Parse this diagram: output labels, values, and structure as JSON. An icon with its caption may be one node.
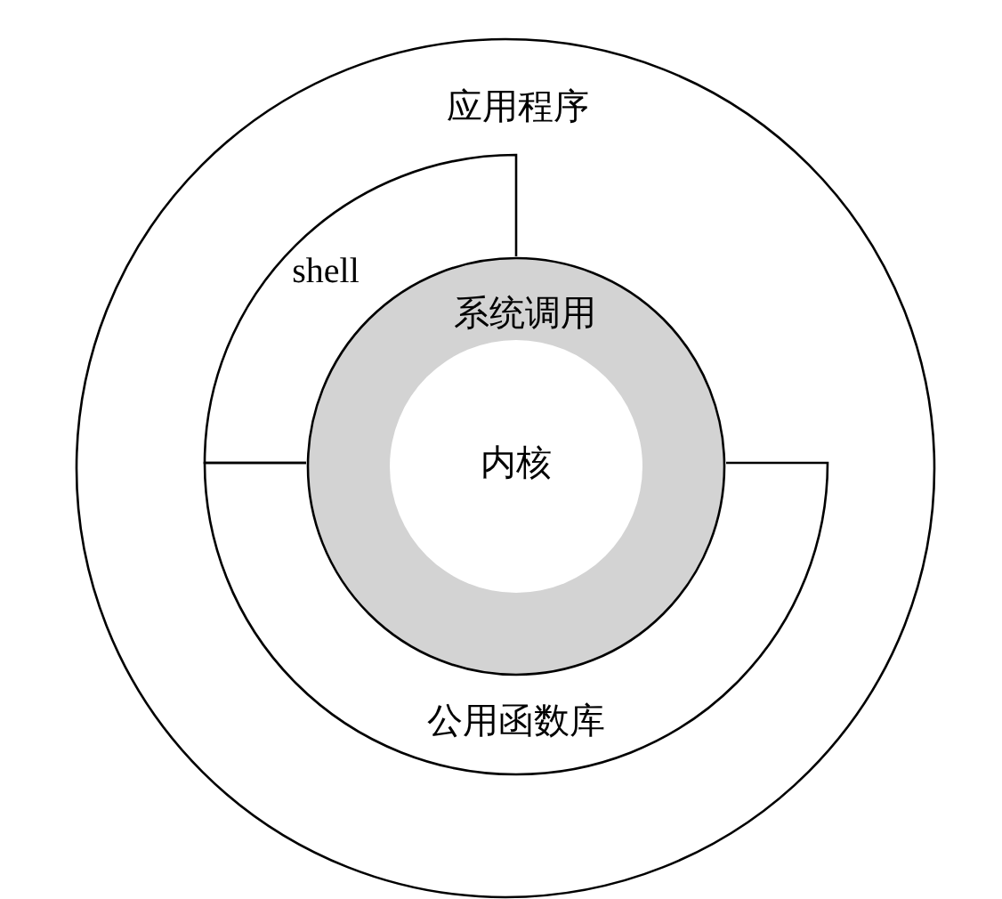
{
  "diagram": {
    "nodes": [
      {
        "text": [
          "应用程序"
        ]
      },
      {
        "text": [
          "shell"
        ],
        "in": 0
      },
      {
        "text": [
          "公用函数库"
        ],
        "in": 0
      },
      {
        "text": [
          "系统调用"
        ],
        "in": 0
      },
      {
        "text": [
          "内核"
        ],
        "in": 3
      }
    ]
  }
}
